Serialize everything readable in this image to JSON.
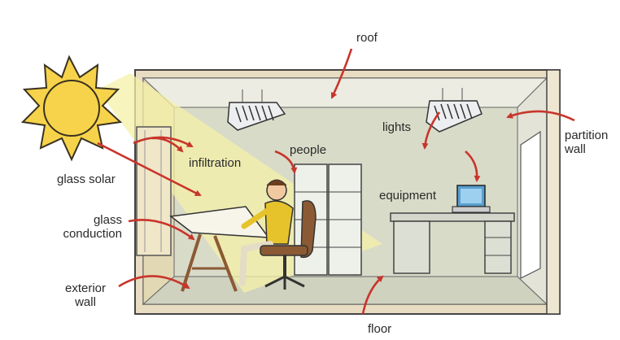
{
  "labels": {
    "roof": "roof",
    "lights": "lights",
    "partition_line1": "partition",
    "partition_line2": "wall",
    "infiltration": "infiltration",
    "people": "people",
    "glass_solar": "glass solar",
    "equipment": "equipment",
    "glass_conduction_line1": "glass",
    "glass_conduction_line2": "conduction",
    "exterior_wall_line1": "exterior",
    "exterior_wall_line2": "wall",
    "floor": "floor"
  },
  "colors": {
    "arrow": "#c8352b",
    "sun_fill": "#f6d34a",
    "sun_outline": "#3a3220",
    "room_back_wall": "#d9dbc9",
    "room_frame": "#e8dcc2",
    "sunbeam": "#f4f0a8",
    "chair": "#8b5a34",
    "person_shirt": "#e6c32a",
    "cabinet": "#eef0ea"
  }
}
